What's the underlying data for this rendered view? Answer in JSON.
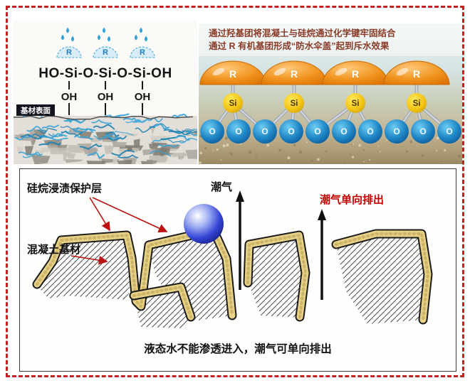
{
  "top_left": {
    "formula": "HO-Si-O-Si-O-Si-OH",
    "umbrella_labels": [
      "R",
      "R",
      "R"
    ],
    "oh_labels": [
      "OH",
      "OH",
      "OH"
    ],
    "surface_label": "基材表面"
  },
  "top_right": {
    "caption_line1": "通过羟基团将混凝土与硅烷通过化学键牢固结合",
    "caption_line2": "通过 R 有机基团形成“防水伞盖”起到斥水效果",
    "dome_labels": [
      "R",
      "R",
      "R",
      "R"
    ],
    "si_labels": [
      "Si",
      "Si",
      "Si",
      "Si"
    ],
    "o_labels": [
      "O",
      "O",
      "O",
      "O",
      "O",
      "O",
      "O",
      "O",
      "O",
      "O"
    ]
  },
  "bottom": {
    "coating_label": "硅烷浸渍保护层",
    "substrate_label": "混凝土基材",
    "moisture_label": "潮气",
    "one_way_label": "潮气单向排出",
    "caption": "液态水不能渗透进入，潮气可单向排出"
  },
  "colors": {
    "border_red": "#c42222",
    "accent_red": "#c40000",
    "dome_orange": "#e8820c",
    "si_yellow": "#f2c313",
    "o_blue": "#1273b4",
    "coating_yellow": "#e6d186",
    "drop_blue": "#35a3da"
  }
}
